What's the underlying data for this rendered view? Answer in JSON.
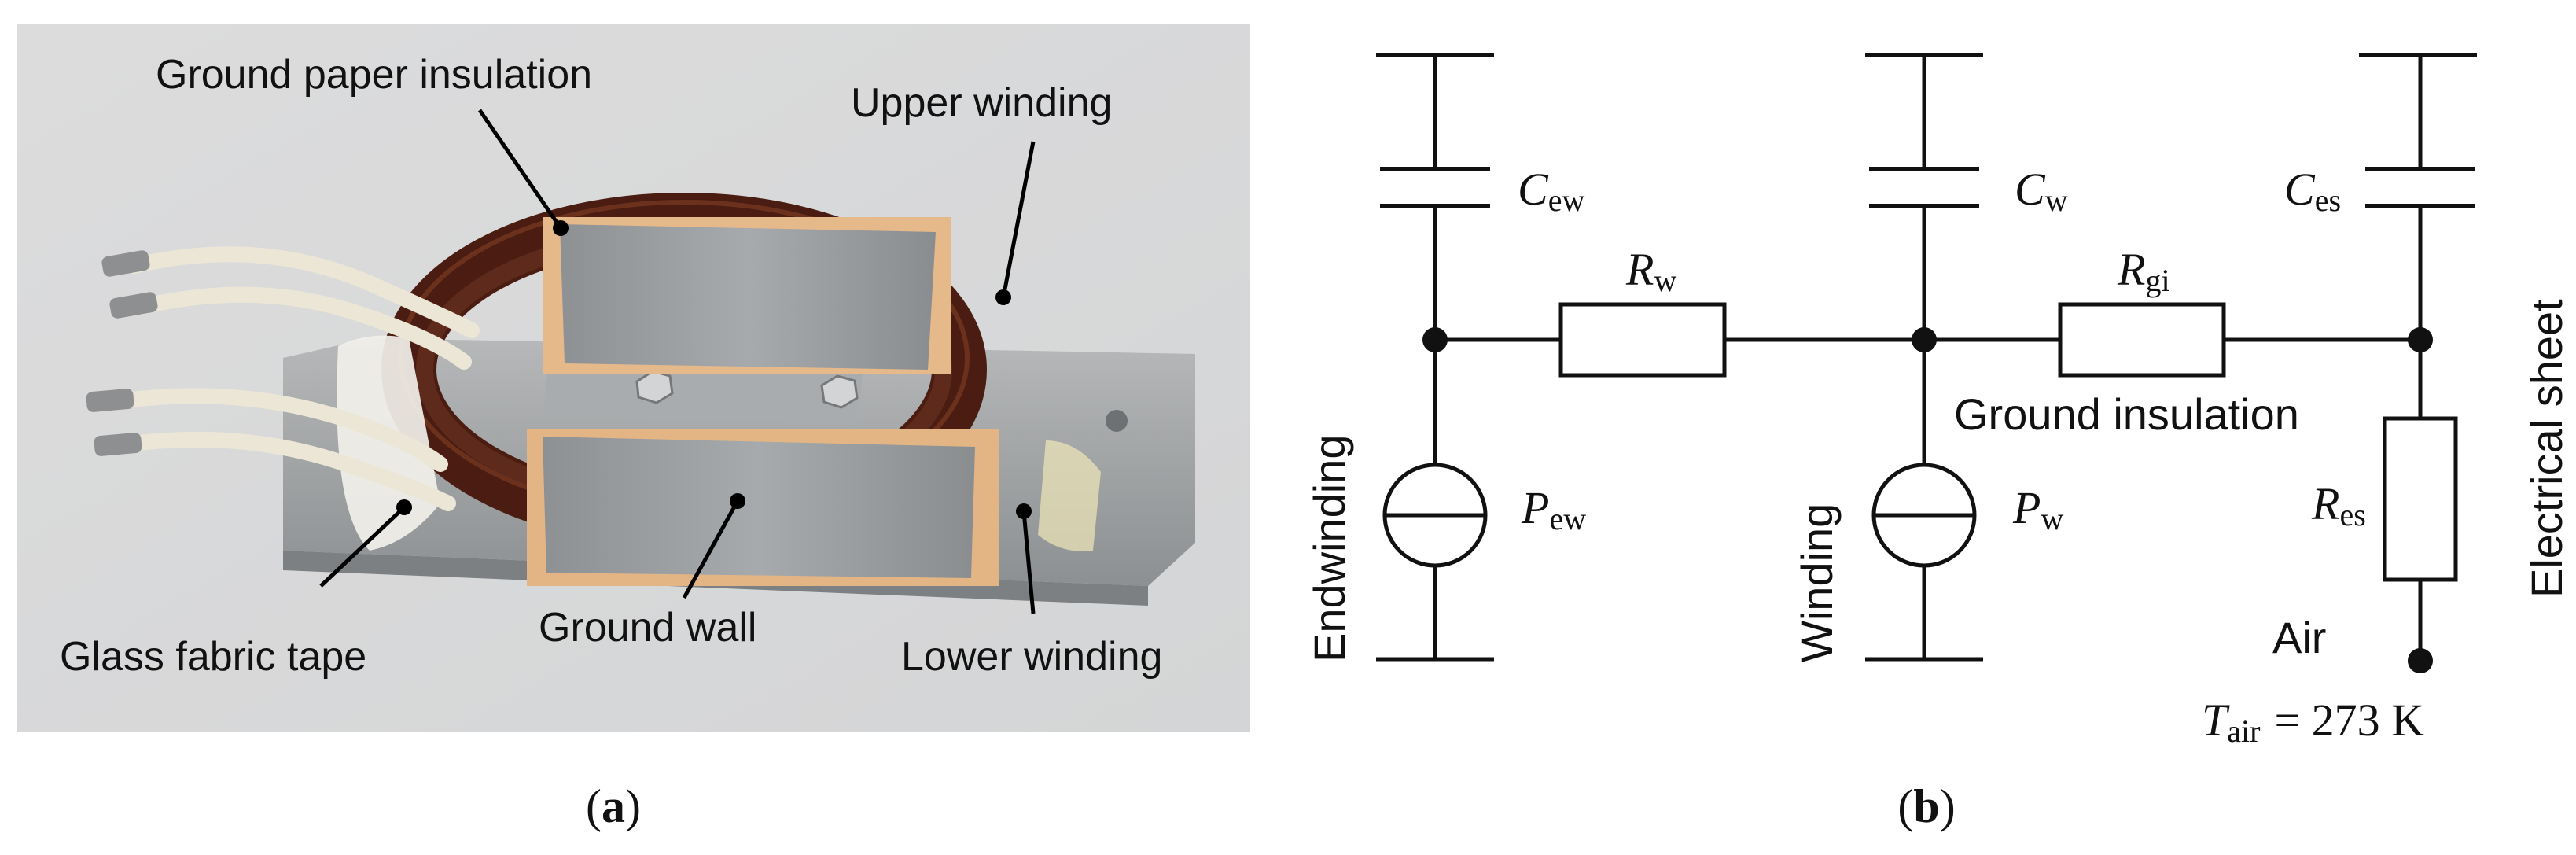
{
  "panel_a": {
    "labels": {
      "ground_paper_insulation": "Ground paper insulation",
      "upper_winding": "Upper winding",
      "glass_fabric_tape": "Glass fabric tape",
      "ground_wall": "Ground wall",
      "lower_winding": "Lower winding"
    },
    "caption_open": "(",
    "caption_letter": "a",
    "caption_close": ")"
  },
  "panel_b": {
    "node_labels": {
      "endwinding": "Endwinding",
      "winding": "Winding",
      "electrical_sheet": "Electrical sheet",
      "ground_insulation": "Ground insulation",
      "air": "Air"
    },
    "components": {
      "c_ew": {
        "symbol": "C",
        "subscript": "ew"
      },
      "c_w": {
        "symbol": "C",
        "subscript": "w"
      },
      "c_es": {
        "symbol": "C",
        "subscript": "es"
      },
      "r_w": {
        "symbol": "R",
        "subscript": "w"
      },
      "r_gi": {
        "symbol": "R",
        "subscript": "gi"
      },
      "r_es": {
        "symbol": "R",
        "subscript": "es"
      },
      "p_ew": {
        "symbol": "P",
        "subscript": "ew"
      },
      "p_w": {
        "symbol": "P",
        "subscript": "w"
      }
    },
    "t_air": {
      "symbol": "T",
      "subscript": "air",
      "value": "=  273 K"
    },
    "caption_open": "(",
    "caption_letter": "b",
    "caption_close": ")"
  },
  "colors": {
    "photo_background": "#d9dadb",
    "steel": "#9da0a2",
    "copper_wire": "#4a1c12",
    "cable_insulation": "#ece6d6",
    "lines": "#111111"
  }
}
